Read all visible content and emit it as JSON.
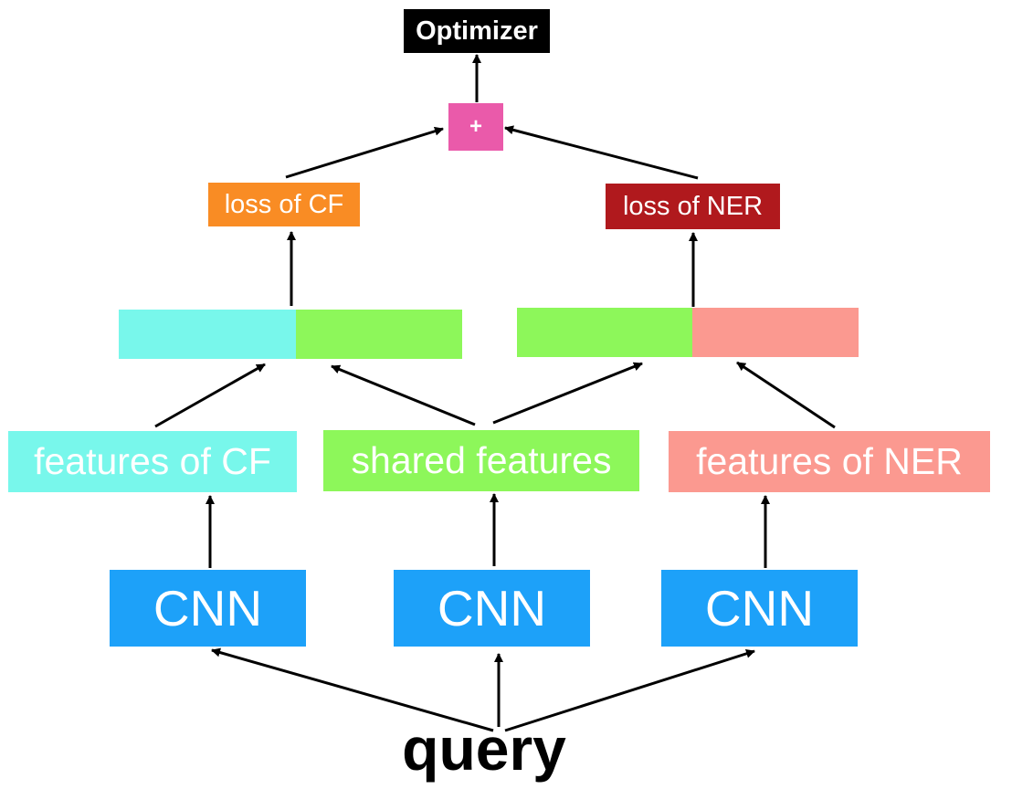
{
  "colors": {
    "optimizer": "#000000",
    "plus": "#ea5aaa",
    "loss_cf": "#f98c24",
    "loss_ner": "#b0191d",
    "features_cf": "#78f7eb",
    "shared": "#8df75a",
    "features_ner": "#fb9990",
    "cnn": "#1da1f9",
    "arrow": "#000000"
  },
  "labels": {
    "optimizer": "Optimizer",
    "plus": "+",
    "loss_cf": "loss of CF",
    "loss_ner": "loss of NER",
    "features_cf": "features of CF",
    "shared_features": "shared features",
    "features_ner": "features of NER",
    "cnn_left": "CNN",
    "cnn_mid": "CNN",
    "cnn_right": "CNN",
    "query": "query"
  }
}
